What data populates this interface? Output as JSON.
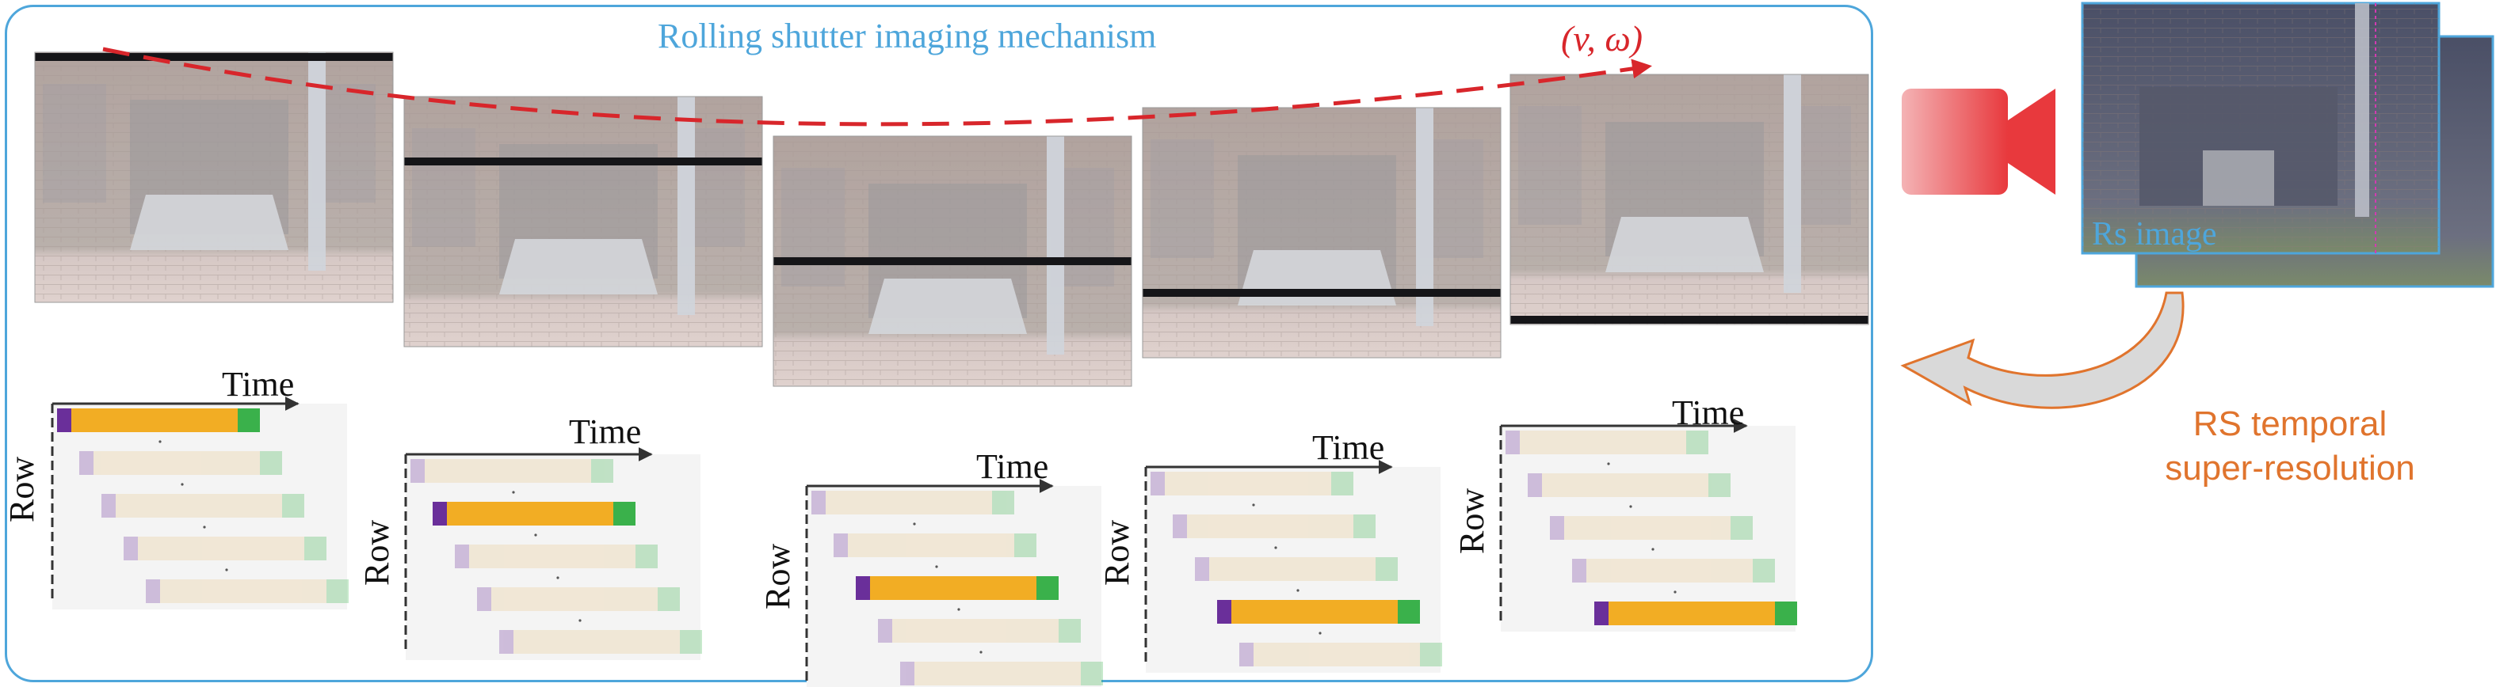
{
  "diagram": {
    "title": "Rolling shutter imaging mechanism",
    "motion_label": "(v, ω)",
    "time_label": "Time",
    "row_label": "Row",
    "rs_image_label": "Rs image",
    "super_resolution_label_line1": "RS temporal",
    "super_resolution_label_line2": "super-resolution"
  },
  "frames": [
    {
      "scanline_row": 0
    },
    {
      "scanline_row": 1
    },
    {
      "scanline_row": 2
    },
    {
      "scanline_row": 3
    },
    {
      "scanline_row": 4
    }
  ],
  "timing_charts": [
    {
      "active_row": 0
    },
    {
      "active_row": 1
    },
    {
      "active_row": 2
    },
    {
      "active_row": 3
    },
    {
      "active_row": 4
    }
  ],
  "colors": {
    "box_border": "#4ea6db",
    "motion_arrow": "#d8262b",
    "reset": "#6a2f9a",
    "exposure": "#f2ad24",
    "readout": "#3ab14b",
    "camera": "#e8393d",
    "curved_arrow": "#e0742d"
  }
}
